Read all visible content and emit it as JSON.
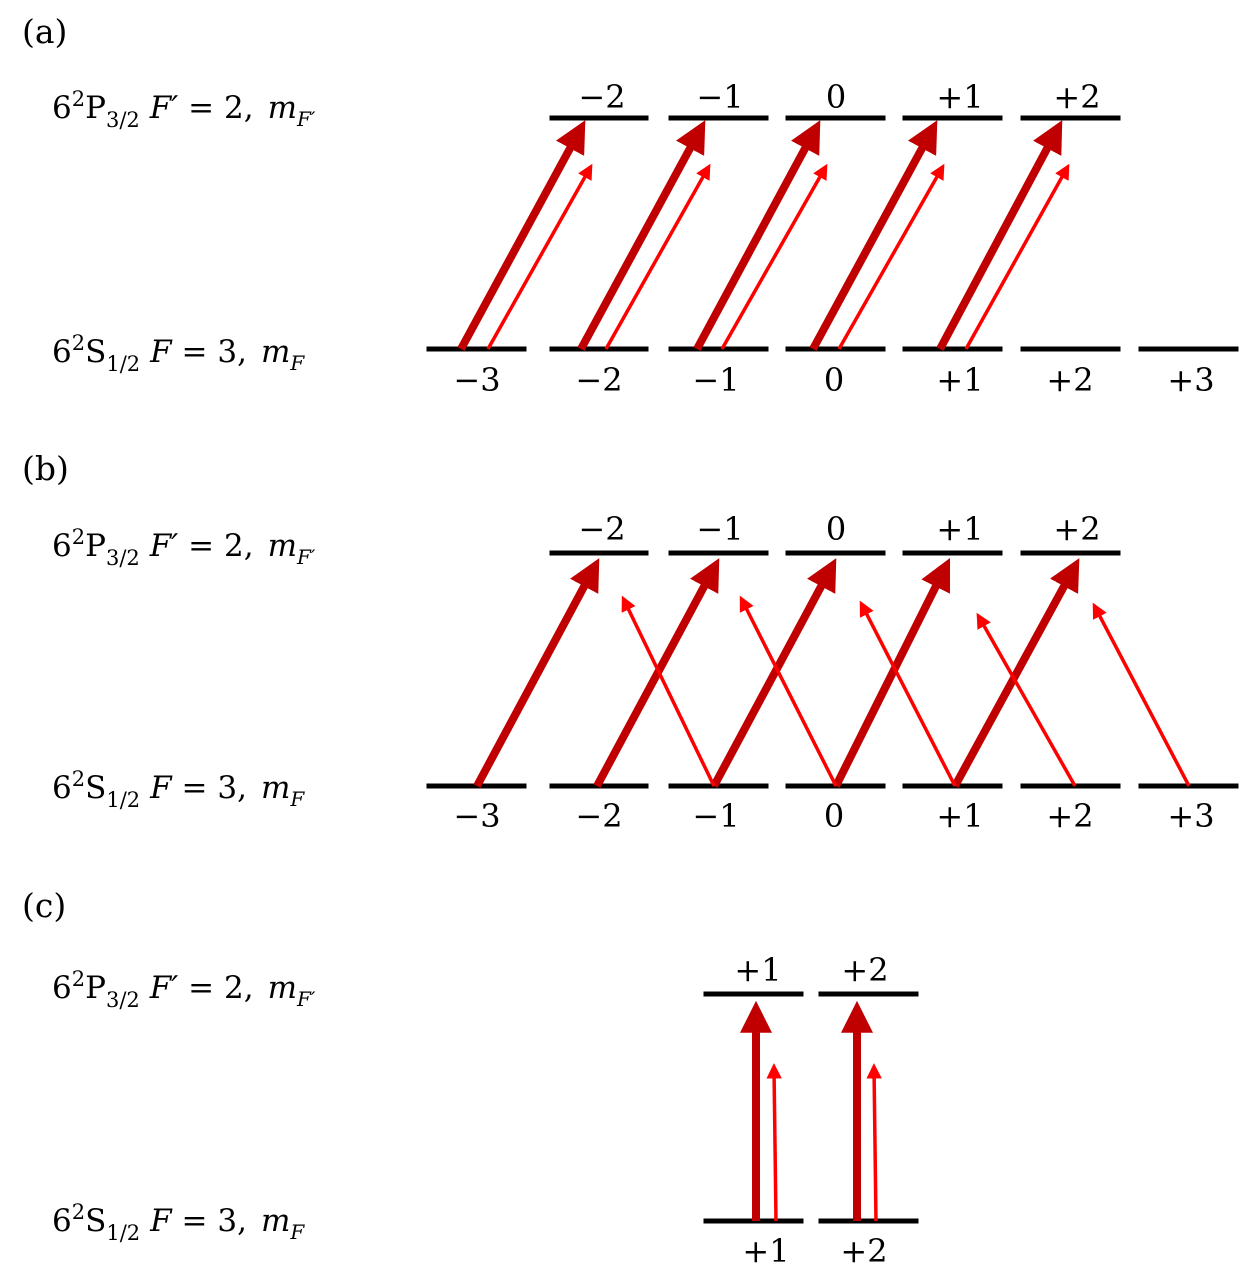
{
  "panels": {
    "a": {
      "label": "(a)",
      "upper_state": {
        "main": "6",
        "sup": "2",
        "letter": "P",
        "sub": "3/2",
        "qn": "F′",
        "eq": " = 2,",
        "m": "m",
        "msub": "F′"
      },
      "lower_state": {
        "main": "6",
        "sup": "2",
        "letter": "S",
        "sub": "1/2",
        "qn": "F",
        "eq": " = 3,",
        "m": "m",
        "msub": "F"
      },
      "upper_m": [
        "−2",
        "−1",
        "0",
        "+1",
        "+2"
      ],
      "lower_m": [
        "−3",
        "−2",
        "−1",
        "0",
        "+1",
        "+2",
        "+3"
      ]
    },
    "b": {
      "label": "(b)",
      "upper_state": {
        "main": "6",
        "sup": "2",
        "letter": "P",
        "sub": "3/2",
        "qn": "F′",
        "eq": " = 2,",
        "m": "m",
        "msub": "F′"
      },
      "lower_state": {
        "main": "6",
        "sup": "2",
        "letter": "S",
        "sub": "1/2",
        "qn": "F",
        "eq": " = 3,",
        "m": "m",
        "msub": "F"
      },
      "upper_m": [
        "−2",
        "−1",
        "0",
        "+1",
        "+2"
      ],
      "lower_m": [
        "−3",
        "−2",
        "−1",
        "0",
        "+1",
        "+2",
        "+3"
      ]
    },
    "c": {
      "label": "(c)",
      "upper_state": {
        "main": "6",
        "sup": "2",
        "letter": "P",
        "sub": "3/2",
        "qn": "F′",
        "eq": " = 2,",
        "m": "m",
        "msub": "F′"
      },
      "lower_state": {
        "main": "6",
        "sup": "2",
        "letter": "S",
        "sub": "1/2",
        "qn": "F",
        "eq": " = 3,",
        "m": "m",
        "msub": "F"
      },
      "upper_m": [
        "+1",
        "+2"
      ],
      "lower_m": [
        "+1",
        "+2"
      ]
    }
  },
  "colors": {
    "strong_arrow": "#c00000",
    "weak_arrow": "#ff0000",
    "level": "#000000"
  }
}
